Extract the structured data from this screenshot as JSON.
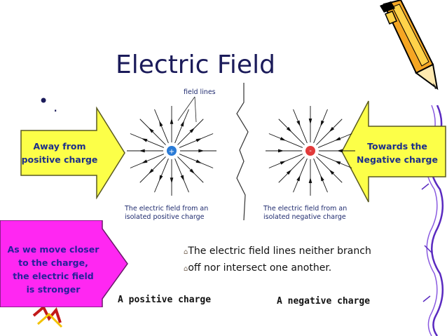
{
  "title": "Electric Field",
  "bullet": {
    "symbol": "•",
    "text": "."
  },
  "left_arrow": {
    "line1": "Away from",
    "line2": "positive charge",
    "fill": "#fcff48"
  },
  "right_arrow": {
    "line1": "Towards the",
    "line2": "Negative charge",
    "fill": "#fcff48"
  },
  "pink_box": {
    "lines": [
      "As we move closer",
      "to the charge,",
      "the electric field",
      "is stronger"
    ],
    "fill": "#ff27f2"
  },
  "diagram": {
    "field_lines_label": "field lines",
    "positive_caption": [
      "The electric field from an",
      "isolated positive charge"
    ],
    "negative_caption": [
      "The electric field from an",
      "isolated negative charge"
    ],
    "positive_symbol": "+",
    "negative_symbol": "-"
  },
  "facts": {
    "icon": "⌂",
    "line1": "The electric field lines neither branch",
    "line2": "off nor intersect one another."
  },
  "labels": {
    "positive": "A positive charge",
    "negative": "A negative charge"
  },
  "colors": {
    "positive_charge": "#2a7bd6",
    "negative_charge": "#e23b3b",
    "title": "#1b1b5a"
  }
}
